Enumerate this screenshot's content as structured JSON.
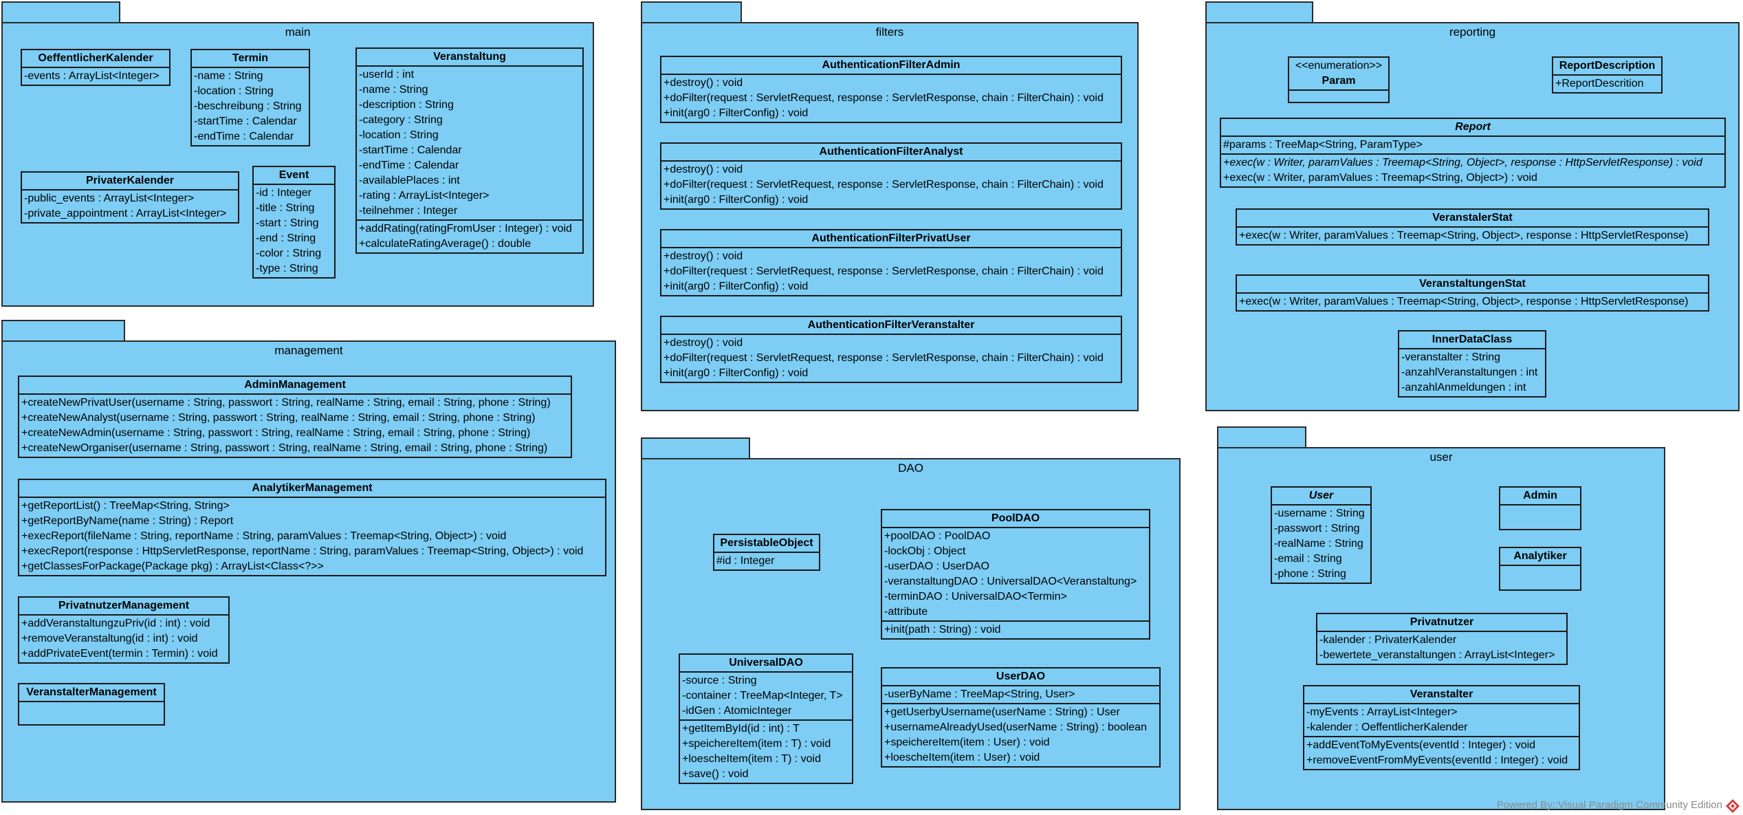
{
  "packages": [
    {
      "name": "main"
    },
    {
      "name": "filters"
    },
    {
      "name": "reporting"
    },
    {
      "name": "management"
    },
    {
      "name": "DAO"
    },
    {
      "name": "user"
    }
  ],
  "classes": {
    "OeffentlicherKalender": {
      "name": "OeffentlicherKalender",
      "attrs": [
        "-events : ArrayList<Integer>"
      ]
    },
    "Termin": {
      "name": "Termin",
      "attrs": [
        "-name : String",
        "-location : String",
        "-beschreibung : String",
        "-startTime : Calendar",
        "-endTime : Calendar"
      ]
    },
    "Veranstaltung": {
      "name": "Veranstaltung",
      "attrs": [
        "-userId : int",
        "-name : String",
        "-description : String",
        "-category : String",
        "-location : String",
        "-startTime : Calendar",
        "-endTime : Calendar",
        "-availablePlaces : int",
        "-rating : ArrayList<Integer>",
        "-teilnehmer : Integer"
      ],
      "ops": [
        "+addRating(ratingFromUser : Integer) : void",
        "+calculateRatingAverage() : double"
      ]
    },
    "PrivaterKalender": {
      "name": "PrivaterKalender",
      "attrs": [
        "-public_events : ArrayList<Integer>",
        "-private_appointment : ArrayList<Integer>"
      ]
    },
    "Event": {
      "name": "Event",
      "attrs": [
        "-id : Integer",
        "-title : String",
        "-start : String",
        "-end : String",
        "-color : String",
        "-type : String"
      ]
    },
    "AuthenticationFilterAdmin": {
      "name": "AuthenticationFilterAdmin",
      "ops": [
        "+destroy() : void",
        "+doFilter(request : ServletRequest, response : ServletResponse, chain : FilterChain) : void",
        "+init(arg0 : FilterConfig) : void"
      ]
    },
    "AuthenticationFilterAnalyst": {
      "name": "AuthenticationFilterAnalyst",
      "ops": [
        "+destroy() : void",
        "+doFilter(request : ServletRequest, response : ServletResponse, chain : FilterChain) : void",
        "+init(arg0 : FilterConfig) : void"
      ]
    },
    "AuthenticationFilterPrivatUser": {
      "name": "AuthenticationFilterPrivatUser",
      "ops": [
        "+destroy() : void",
        "+doFilter(request : ServletRequest, response : ServletResponse, chain : FilterChain) : void",
        "+init(arg0 : FilterConfig) : void"
      ]
    },
    "AuthenticationFilterVeranstalter": {
      "name": "AuthenticationFilterVeranstalter",
      "ops": [
        "+destroy() : void",
        "+doFilter(request : ServletRequest, response : ServletResponse, chain : FilterChain) : void",
        "+init(arg0 : FilterConfig) : void"
      ]
    },
    "Param": {
      "stereotype": "<<enumeration>>",
      "name": "Param"
    },
    "ReportDescription": {
      "name": "ReportDescription",
      "attrs": [
        "+ReportDescrition"
      ]
    },
    "Report": {
      "name": "Report",
      "attrs": [
        "#params : TreeMap<String, ParamType>"
      ],
      "ops": [
        "+exec(w : Writer, paramValues : Treemap<String, Object>, response : HttpServletResponse) : void",
        "+exec(w : Writer, paramValues : Treemap<String, Object>) : void"
      ]
    },
    "VeranstalerStat": {
      "name": "VeranstalerStat",
      "ops": [
        "+exec(w : Writer, paramValues : Treemap<String, Object>, response : HttpServletResponse)"
      ]
    },
    "VeranstaltungenStat": {
      "name": "VeranstaltungenStat",
      "ops": [
        "+exec(w : Writer, paramValues : Treemap<String, Object>, response : HttpServletResponse)"
      ]
    },
    "InnerDataClass": {
      "name": "InnerDataClass",
      "attrs": [
        "-veranstalter : String",
        "-anzahlVeranstaltungen : int",
        "-anzahlAnmeldungen : int"
      ]
    },
    "AdminManagement": {
      "name": "AdminManagement",
      "ops": [
        "+createNewPrivatUser(username : String, passwort : String, realName : String, email : String, phone : String)",
        "+createNewAnalyst(username : String, passwort : String, realName : String, email : String, phone : String)",
        "+createNewAdmin(username : String, passwort : String, realName : String, email : String, phone : String)",
        "+createNewOrganiser(username : String, passwort : String, realName : String, email : String, phone : String)"
      ]
    },
    "AnalytikerManagement": {
      "name": "AnalytikerManagement",
      "ops": [
        "+getReportList() : TreeMap<String, String>",
        "+getReportByName(name : String) : Report",
        "+execReport(fileName : String, reportName : String, paramValues : Treemap<String, Object>) : void",
        "+execReport(response : HttpServletResponse, reportName : String, paramValues : Treemap<String, Object>) : void",
        "+getClassesForPackage(Package pkg) : ArrayList<Class<?>>"
      ]
    },
    "PrivatnutzerManagement": {
      "name": "PrivatnutzerManagement",
      "ops": [
        "+addVeranstaltungzuPriv(id : int) : void",
        "+removeVeranstaltung(id : int) : void",
        "+addPrivateEvent(termin : Termin) : void"
      ]
    },
    "VeranstalterManagement": {
      "name": "VeranstalterManagement"
    },
    "PersistableObject": {
      "name": "PersistableObject",
      "attrs": [
        "#id : Integer"
      ]
    },
    "PoolDAO": {
      "name": "PoolDAO",
      "attrs": [
        "+poolDAO : PoolDAO",
        "-lockObj : Object",
        "-userDAO : UserDAO",
        "-veranstaltungDAO : UniversalDAO<Veranstaltung>",
        "-terminDAO : UniversalDAO<Termin>",
        "-attribute"
      ],
      "ops": [
        "+init(path : String) : void"
      ]
    },
    "UniversalDAO": {
      "name": "UniversalDAO",
      "attrs": [
        "-source : String",
        "-container : TreeMap<Integer, T>",
        "-idGen : AtomicInteger"
      ],
      "ops": [
        "+getItemById(id : int) : T",
        "+speichereItem(item : T) : void",
        "+loescheItem(item : T) : void",
        "+save() : void"
      ]
    },
    "UserDAO": {
      "name": "UserDAO",
      "attrs": [
        "-userByName : TreeMap<String, User>"
      ],
      "ops": [
        "+getUserbyUsername(userName : String) : User",
        "+usernameAlreadyUsed(userName : String) : boolean",
        "+speichereItem(item : User) : void",
        "+loescheItem(item : User) : void"
      ]
    },
    "User": {
      "name": "User",
      "attrs": [
        "-username : String",
        "-passwort : String",
        "-realName : String",
        "-email : String",
        "-phone : String"
      ]
    },
    "Admin": {
      "name": "Admin"
    },
    "Analytiker": {
      "name": "Analytiker"
    },
    "Privatnutzer": {
      "name": "Privatnutzer",
      "attrs": [
        "-kalender : PrivaterKalender",
        "-bewertete_veranstaltungen : ArrayList<Integer>"
      ]
    },
    "Veranstalter": {
      "name": "Veranstalter",
      "attrs": [
        "-myEvents : ArrayList<Integer>",
        "-kalender : OeffentlicherKalender"
      ],
      "ops": [
        "+addEventToMyEvents(eventId : Integer) : void",
        "+removeEventFromMyEvents(eventId : Integer) : void"
      ]
    }
  },
  "watermark": "Powered By::Visual Paradigm Community Edition"
}
